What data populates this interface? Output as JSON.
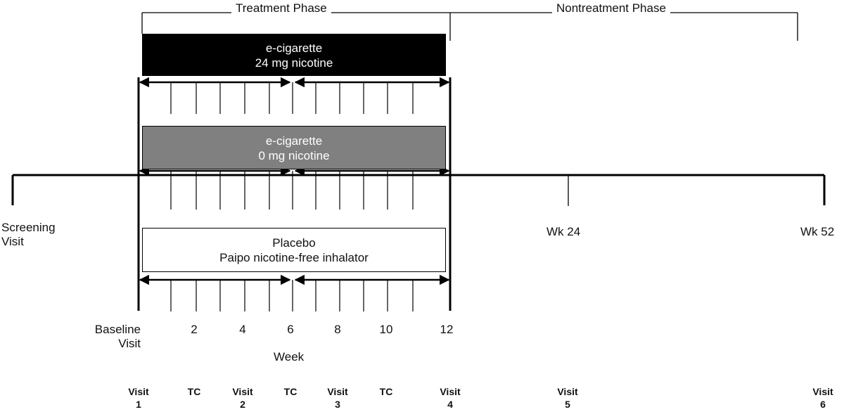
{
  "phases": {
    "treatment": "Treatment Phase",
    "nontreatment": "Nontreatment Phase"
  },
  "arms": [
    {
      "line1": "e-cigarette",
      "line2": "24 mg nicotine",
      "fill": "#000000"
    },
    {
      "line1": "e-cigarette",
      "line2": "0 mg nicotine",
      "fill": "#808080"
    },
    {
      "line1": "Placebo",
      "line2": "Paipo nicotine-free inhalator",
      "fill": "#ffffff"
    }
  ],
  "timeline": {
    "screening_line1": "Screening",
    "screening_line2": "Visit",
    "wk24": "Wk 24",
    "wk52": "Wk 52"
  },
  "weeks": {
    "baseline_line1": "Baseline",
    "baseline_line2": "Visit",
    "ticks": [
      "2",
      "4",
      "6",
      "8",
      "10",
      "12"
    ],
    "axis_label": "Week"
  },
  "visits": [
    {
      "line1": "Visit",
      "line2": "1"
    },
    {
      "line1": "TC",
      "line2": ""
    },
    {
      "line1": "Visit",
      "line2": "2"
    },
    {
      "line1": "TC",
      "line2": ""
    },
    {
      "line1": "Visit",
      "line2": "3"
    },
    {
      "line1": "TC",
      "line2": ""
    },
    {
      "line1": "Visit",
      "line2": "4"
    },
    {
      "line1": "Visit",
      "line2": "5"
    },
    {
      "line1": "Visit",
      "line2": "6"
    }
  ]
}
